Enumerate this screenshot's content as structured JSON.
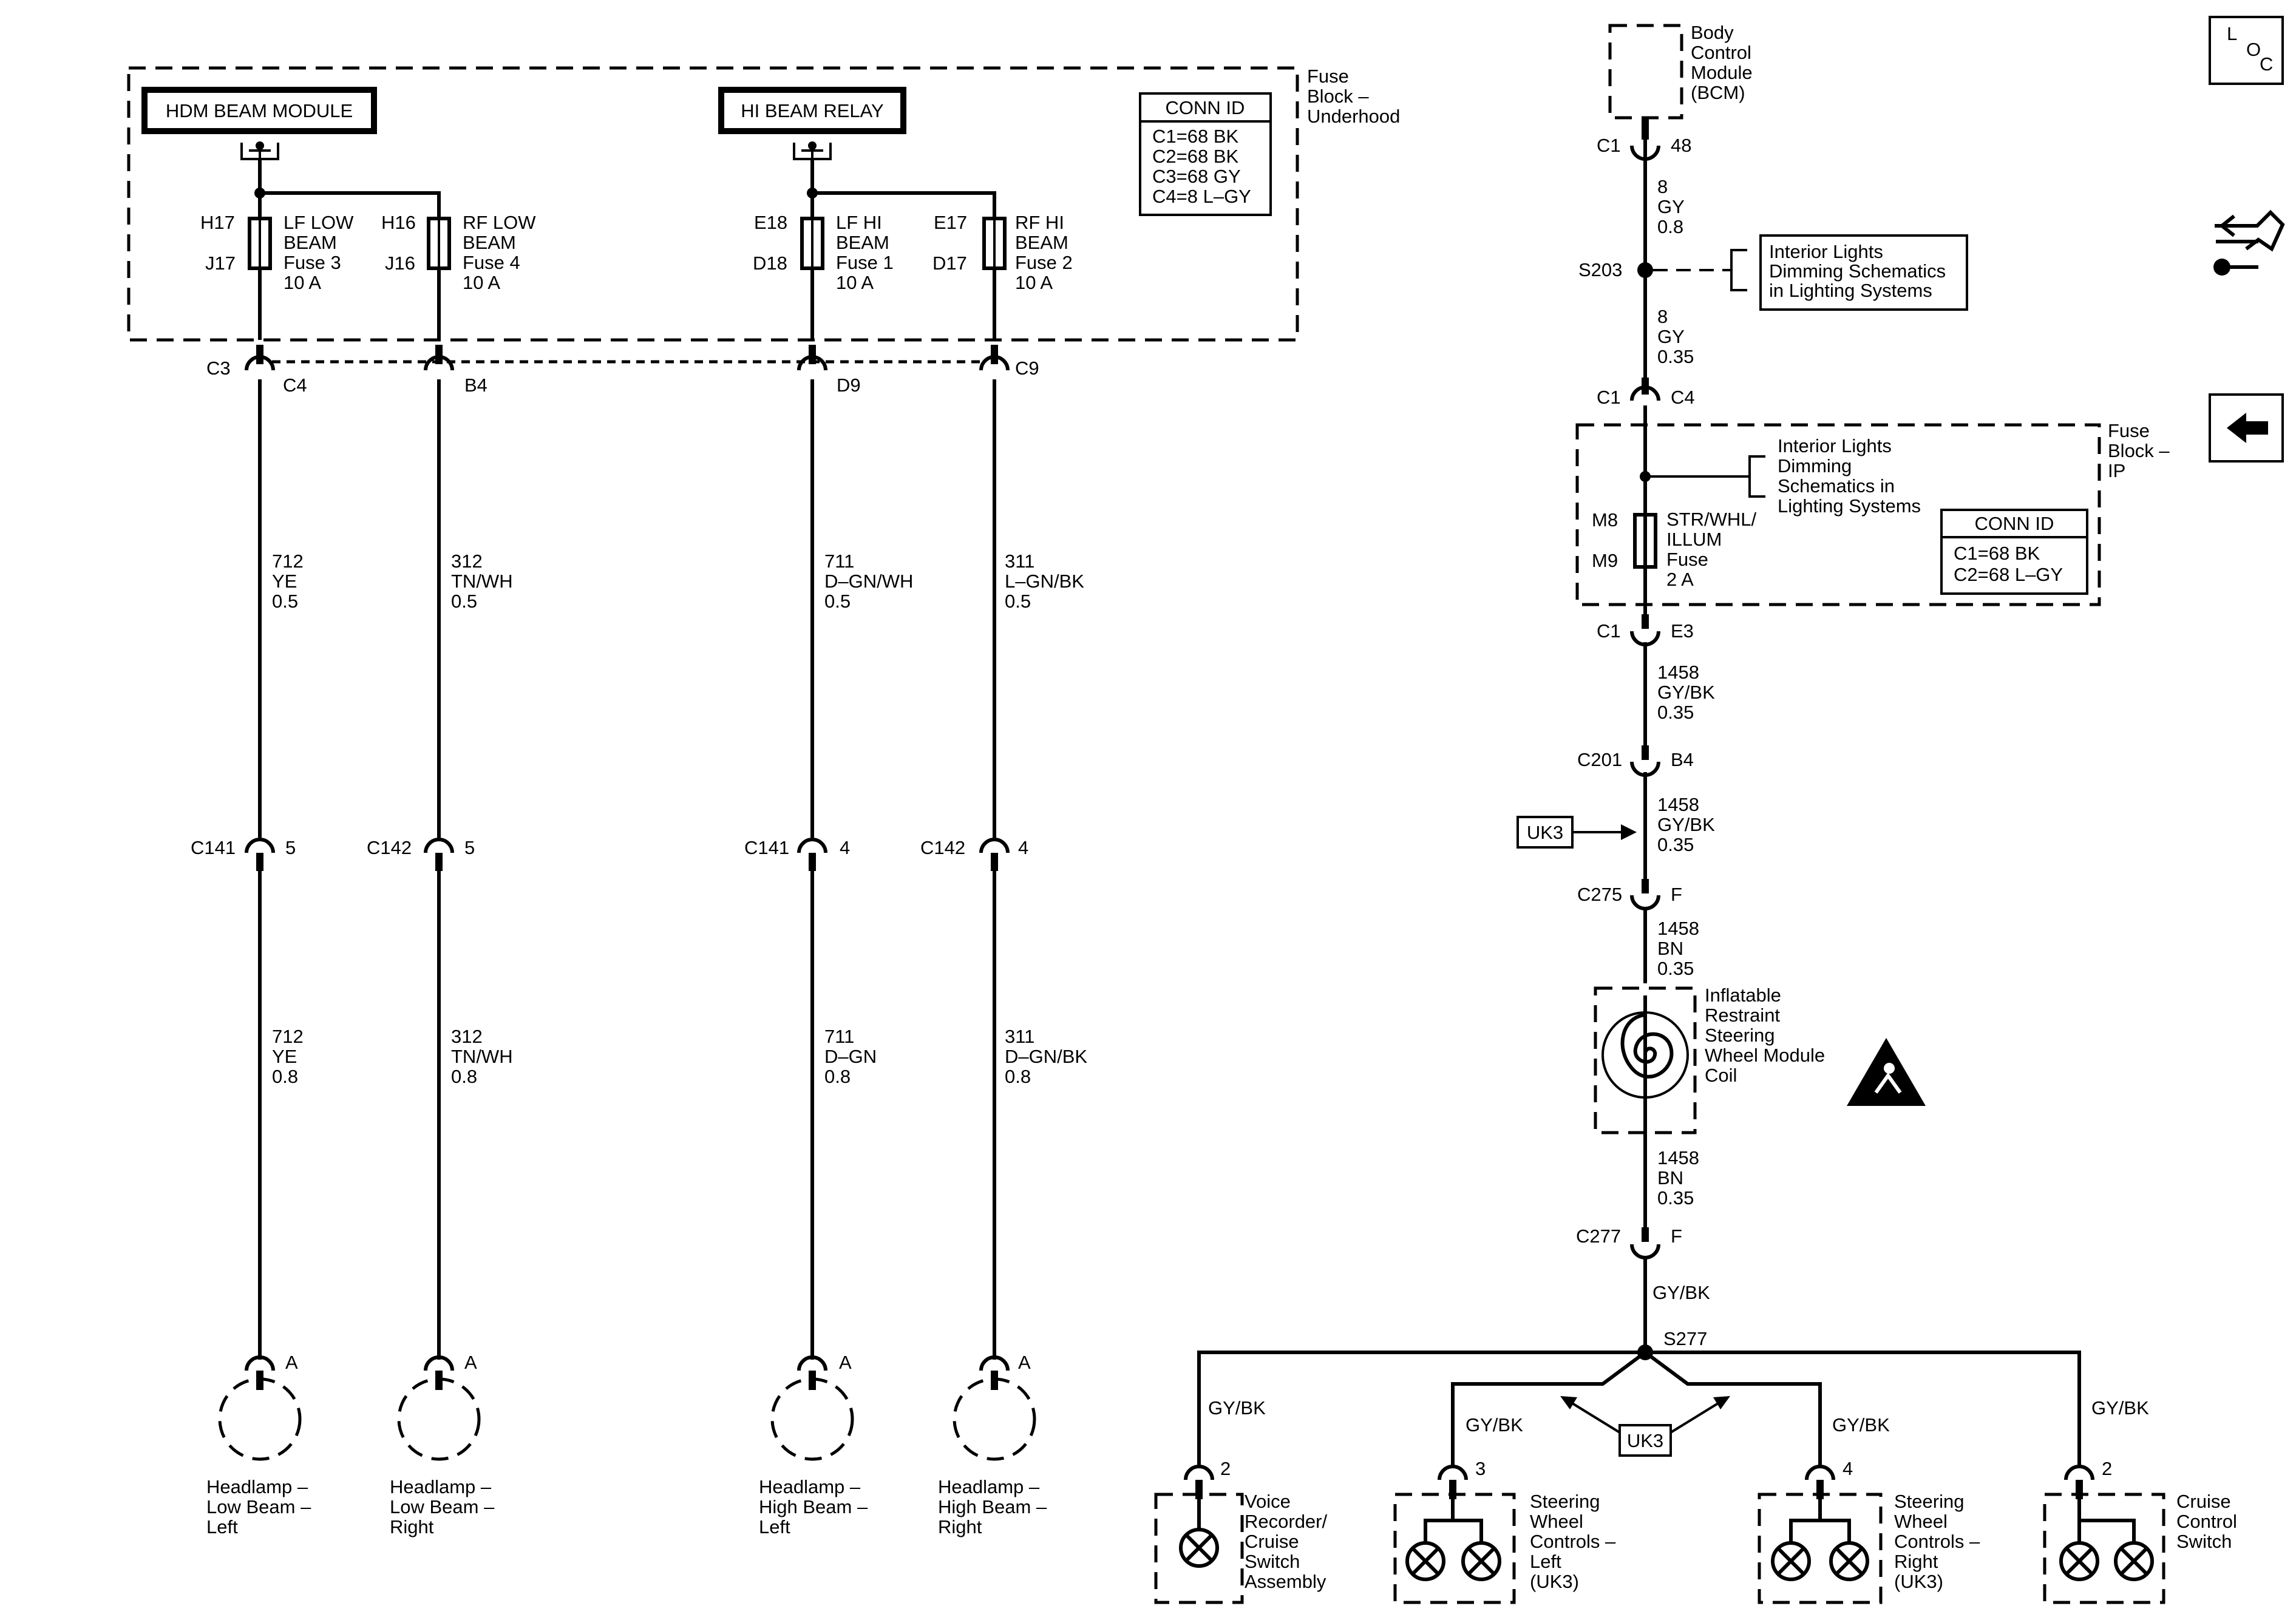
{
  "nav": {
    "loc": [
      "L",
      "O",
      "C"
    ],
    "connector_icon": "connector-views-icon",
    "back_icon": "back-arrow-icon"
  },
  "fuse_block_underhood": {
    "title": [
      "Fuse",
      "Block –",
      "Underhood"
    ],
    "hdm_beam_module": "HDM BEAM MODULE",
    "hi_beam_relay": "HI BEAM RELAY",
    "conn_id": {
      "title": "CONN ID",
      "rows": [
        "C1=68 BK",
        "C2=68 BK",
        "C3=68 GY",
        "C4=8 L–GY"
      ]
    },
    "fuses": [
      {
        "pin_top": "H17",
        "pin_bottom": "J17",
        "label": [
          "LF LOW",
          "BEAM",
          "Fuse 3",
          "10 A"
        ]
      },
      {
        "pin_top": "H16",
        "pin_bottom": "J16",
        "label": [
          "RF LOW",
          "BEAM",
          "Fuse 4",
          "10 A"
        ]
      },
      {
        "pin_top": "E18",
        "pin_bottom": "D18",
        "label": [
          "LF HI",
          "BEAM",
          "Fuse 1",
          "10 A"
        ]
      },
      {
        "pin_top": "E17",
        "pin_bottom": "D17",
        "label": [
          "RF HI",
          "BEAM",
          "Fuse 2",
          "10 A"
        ]
      }
    ]
  },
  "headlamp_circuits": [
    {
      "conn": "C3",
      "pin": "C4",
      "wire_upper": [
        "712",
        "YE",
        "0.5"
      ],
      "inline_conn": "C141",
      "inline_pin": "5",
      "wire_lower": [
        "712",
        "YE",
        "0.8"
      ],
      "lamp_pin": "A",
      "lamp_label": [
        "Headlamp –",
        "Low Beam –",
        "Left"
      ]
    },
    {
      "conn": "",
      "pin": "B4",
      "wire_upper": [
        "312",
        "TN/WH",
        "0.5"
      ],
      "inline_conn": "C142",
      "inline_pin": "5",
      "wire_lower": [
        "312",
        "TN/WH",
        "0.8"
      ],
      "lamp_pin": "A",
      "lamp_label": [
        "Headlamp –",
        "Low Beam –",
        "Right"
      ]
    },
    {
      "conn": "",
      "pin": "D9",
      "wire_upper": [
        "711",
        "D–GN/WH",
        "0.5"
      ],
      "inline_conn": "C141",
      "inline_pin": "4",
      "wire_lower": [
        "711",
        "D–GN",
        "0.8"
      ],
      "lamp_pin": "A",
      "lamp_label": [
        "Headlamp –",
        "High Beam –",
        "Left"
      ]
    },
    {
      "conn": "",
      "pin": "C9",
      "wire_upper": [
        "311",
        "L–GN/BK",
        "0.5"
      ],
      "inline_conn": "C142",
      "inline_pin": "4",
      "wire_lower": [
        "311",
        "D–GN/BK",
        "0.8"
      ],
      "lamp_pin": "A",
      "lamp_label": [
        "Headlamp –",
        "High Beam –",
        "Right"
      ]
    }
  ],
  "dimming_circuit": {
    "bcm": [
      "Body",
      "Control",
      "Module",
      "(BCM)"
    ],
    "bcm_conn": "C1",
    "bcm_pin": "48",
    "wire_1": [
      "8",
      "GY",
      "0.8"
    ],
    "splice_1": "S203",
    "ref_1": [
      "Interior Lights",
      "Dimming Schematics",
      "in Lighting Systems"
    ],
    "wire_2": [
      "8",
      "GY",
      "0.35"
    ],
    "ip_conn_in": "C1",
    "ip_pin_in": "C4",
    "fuse_block_ip": [
      "Fuse",
      "Block –",
      "IP"
    ],
    "ref_2": [
      "Interior Lights",
      "Dimming",
      "Schematics in",
      "Lighting Systems"
    ],
    "ip_fuse_pin_top": "M8",
    "ip_fuse_pin_bottom": "M9",
    "ip_fuse_label": [
      "STR/WHL/",
      "ILLUM",
      "Fuse",
      "2 A"
    ],
    "ip_conn_id": {
      "title": "CONN ID",
      "rows": [
        "C1=68 BK",
        "C2=68 L–GY"
      ]
    },
    "ip_conn_out": "C1",
    "ip_pin_out": "E3",
    "wire_3": [
      "1458",
      "GY/BK",
      "0.35"
    ],
    "c201": "C201",
    "c201_pin": "B4",
    "option_1": "UK3",
    "wire_4": [
      "1458",
      "GY/BK",
      "0.35"
    ],
    "c275": "C275",
    "c275_pin": "F",
    "wire_5": [
      "1458",
      "BN",
      "0.35"
    ],
    "coil_label": [
      "Inflatable",
      "Restraint",
      "Steering",
      "Wheel Module",
      "Coil"
    ],
    "wire_6": [
      "1458",
      "BN",
      "0.35"
    ],
    "c277": "C277",
    "c277_pin": "F",
    "wire_7": "GY/BK",
    "splice_2": "S277",
    "option_2": "UK3",
    "branches": [
      {
        "wire": "GY/BK",
        "pin": "2",
        "label": [
          "Voice",
          "Recorder/",
          "Cruise",
          "Switch",
          "Assembly"
        ]
      },
      {
        "wire": "GY/BK",
        "pin": "3",
        "label": [
          "Steering",
          "Wheel",
          "Controls –",
          "Left",
          "(UK3)"
        ]
      },
      {
        "wire": "GY/BK",
        "pin": "4",
        "label": [
          "Steering",
          "Wheel",
          "Controls –",
          "Right",
          "(UK3)"
        ]
      },
      {
        "wire": "GY/BK",
        "pin": "2",
        "label": [
          "Cruise",
          "Control",
          "Switch"
        ]
      }
    ]
  }
}
